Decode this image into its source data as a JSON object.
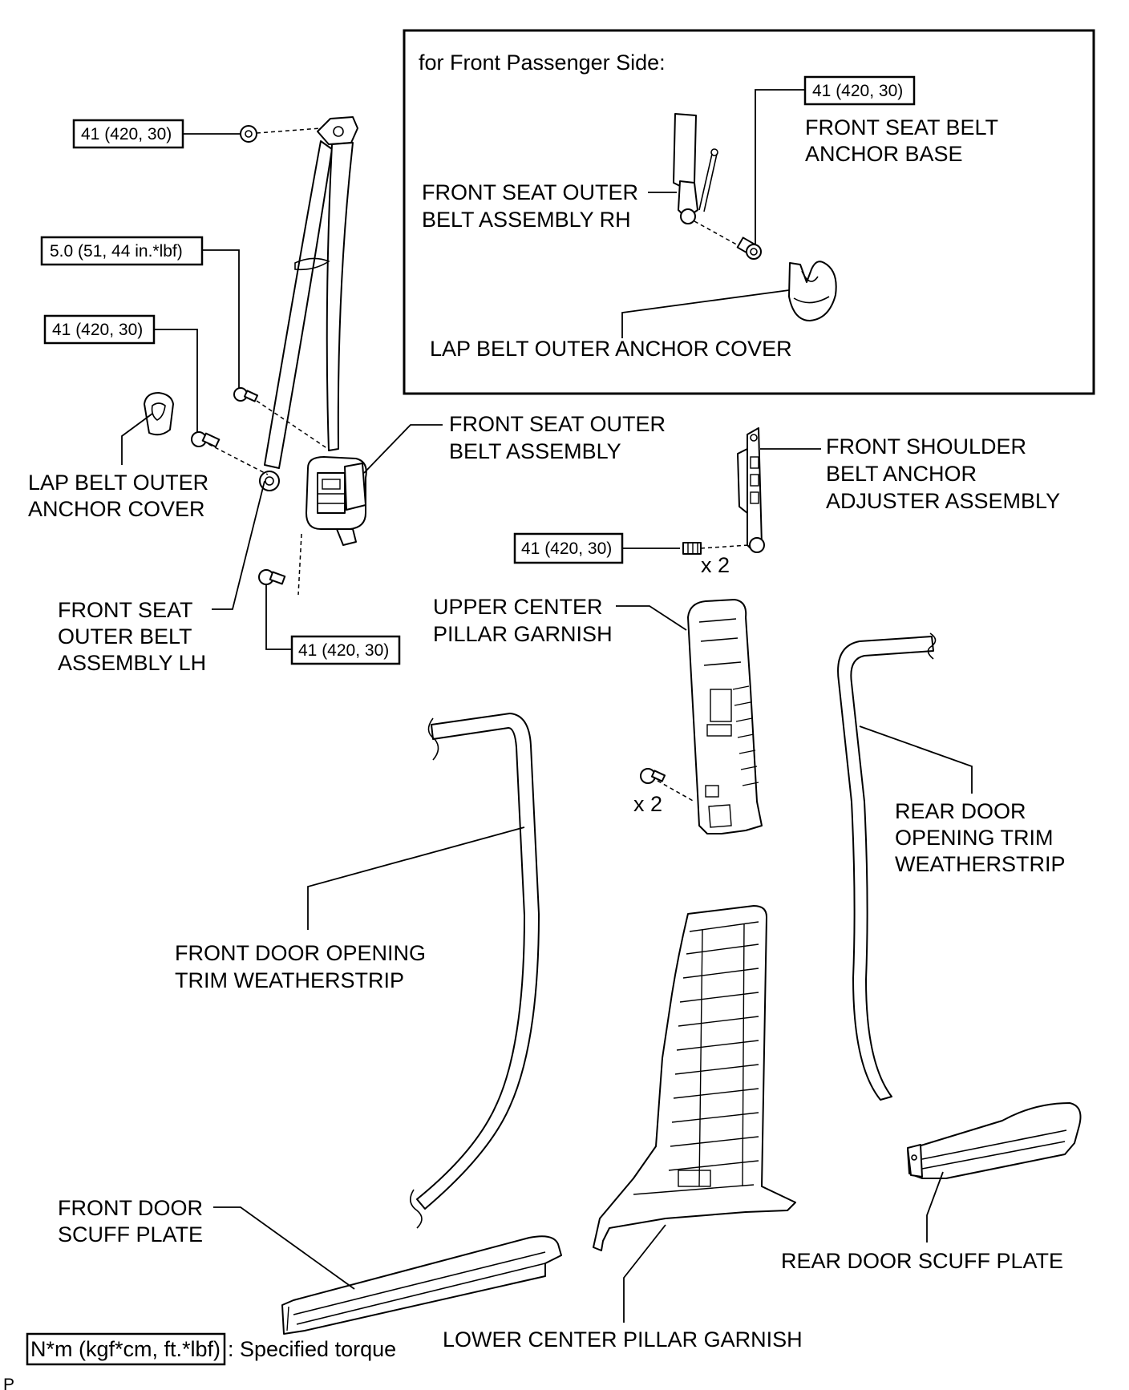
{
  "inset": {
    "title": "for Front Passenger Side:",
    "torque": "41 (420, 30)",
    "anchor_base": [
      "FRONT SEAT BELT",
      "ANCHOR BASE"
    ],
    "belt_rh": [
      "FRONT SEAT OUTER",
      "BELT ASSEMBLY RH"
    ],
    "lap_cover": "LAP BELT OUTER ANCHOR COVER"
  },
  "torques": {
    "t1": "41 (420, 30)",
    "t2": "5.0 (51, 44 in.*lbf)",
    "t3": "41 (420, 30)",
    "t4": "41 (420, 30)",
    "t5": "41 (420, 30)"
  },
  "labels": {
    "belt_assembly": [
      "FRONT SEAT OUTER",
      "BELT ASSEMBLY"
    ],
    "shoulder_adjuster": [
      "FRONT SHOULDER",
      "BELT ANCHOR",
      "ADJUSTER ASSEMBLY"
    ],
    "lap_cover": [
      "LAP BELT OUTER",
      "ANCHOR COVER"
    ],
    "belt_lh": [
      "FRONT SEAT",
      "OUTER BELT",
      "ASSEMBLY LH"
    ],
    "upper_pillar": [
      "UPPER CENTER",
      "PILLAR GARNISH"
    ],
    "rear_weatherstrip": [
      "REAR DOOR",
      "OPENING TRIM",
      "WEATHERSTRIP"
    ],
    "front_weatherstrip": [
      "FRONT DOOR OPENING",
      "TRIM WEATHERSTRIP"
    ],
    "front_scuff": [
      "FRONT DOOR",
      "SCUFF PLATE"
    ],
    "rear_scuff": "REAR DOOR SCUFF PLATE",
    "lower_pillar": "LOWER CENTER PILLAR GARNISH"
  },
  "quantities": {
    "q1": "x 2",
    "q2": "x 2"
  },
  "legend": {
    "unit": "N*m (kgf*cm, ft.*lbf)",
    "text": ": Specified torque"
  },
  "corner_mark": "P"
}
